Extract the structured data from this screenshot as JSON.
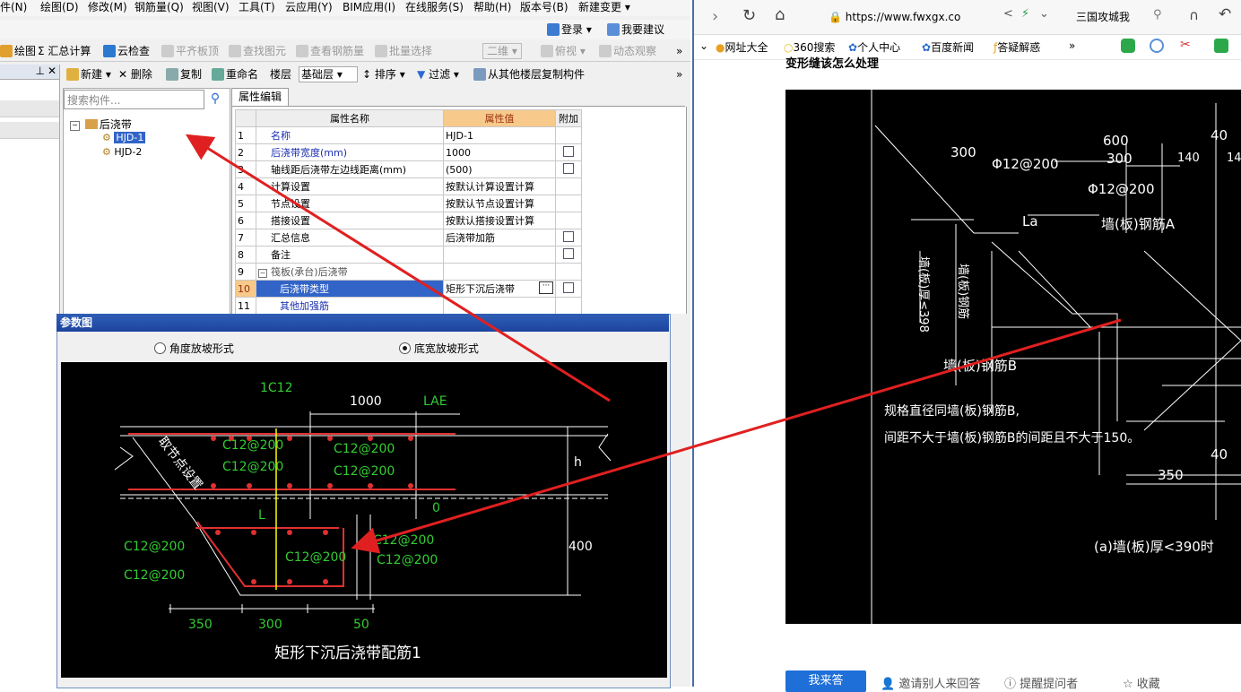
{
  "left_app": {
    "menu": [
      "件(N)",
      "绘图(D)",
      "修改(M)",
      "钢筋量(Q)",
      "视图(V)",
      "工具(T)",
      "云应用(Y)",
      "BIM应用(I)",
      "在线服务(S)",
      "帮助(H)",
      "版本号(B)",
      "新建变更 ▾"
    ],
    "toolbar1": {
      "login": "登录",
      "suggest": "我要建议"
    },
    "toolbar2": [
      "绘图",
      "Σ 汇总计算",
      "云检查",
      "平齐板顶",
      "查找图元",
      "查看钢筋量",
      "批量选择",
      "二维",
      "俯视",
      "动态观察"
    ],
    "toolbar3": [
      "新建 ▾",
      "删除",
      "复制",
      "重命名",
      "楼层",
      "基础层",
      "排序 ▾",
      "过滤 ▾",
      "从其他楼层复制构件"
    ],
    "search_placeholder": "搜索构件...",
    "tree": {
      "root": "后浇带",
      "items": [
        "HJD-1",
        "HJD-2"
      ]
    },
    "prop_tab": "属性编辑",
    "prop_headers": [
      "属性名称",
      "属性值",
      "附加"
    ],
    "props": [
      {
        "n": "1",
        "name": "名称",
        "value": "HJD-1"
      },
      {
        "n": "2",
        "name": "后浇带宽度(mm)",
        "value": "1000"
      },
      {
        "n": "3",
        "name": "轴线距后浇带左边线距离(mm)",
        "value": "(500)"
      },
      {
        "n": "4",
        "name": "计算设置",
        "value": "按默认计算设置计算"
      },
      {
        "n": "5",
        "name": "节点设置",
        "value": "按默认节点设置计算"
      },
      {
        "n": "6",
        "name": "搭接设置",
        "value": "按默认搭接设置计算"
      },
      {
        "n": "7",
        "name": "汇总信息",
        "value": "后浇带加筋"
      },
      {
        "n": "8",
        "name": "备注",
        "value": ""
      },
      {
        "n": "9",
        "name": "筏板(承台)后浇带",
        "value": ""
      },
      {
        "n": "10",
        "name": "后浇带类型",
        "value": "矩形下沉后浇带"
      },
      {
        "n": "11",
        "name": "其他加强筋",
        "value": ""
      }
    ],
    "dialog": {
      "title": "参数图",
      "radio1": "角度放坡形式",
      "radio2": "底宽放坡形式",
      "cad": {
        "labels": [
          "1C12",
          "1000",
          "LAE",
          "C12@200",
          "C12@200",
          "C12@200",
          "C12@200",
          "h",
          "取节点设置",
          "L",
          "0",
          "C12@200",
          "C12@200",
          "C12@200",
          "C12@200",
          "C12@200",
          "400",
          "350",
          "300",
          "50"
        ],
        "caption": "矩形下沉后浇带配筋1"
      }
    }
  },
  "browser": {
    "url": "https://www.fwxgx.co",
    "tab_title": "三国攻城我\u0000",
    "bookmarks": [
      "网址大全",
      "360搜索",
      "个人中心",
      "百度新闻",
      "答疑解惑"
    ],
    "partial_heading": "变形缝该怎么处理",
    "figure": {
      "labels": [
        "300",
        "Φ12@200",
        "600",
        "300",
        "Φ12@200",
        "40",
        "140",
        "14",
        "La",
        "墙(板)钢筋A",
        "墙(板)厚≤398",
        "墙(板)钢筋",
        "墙(板)钢筋B",
        "规格直径同墙(板)钢筋B,",
        "间距不大于墙(板)钢筋B的间距且不大于150。",
        "350",
        "40",
        "(a)墙(板)厚<390时"
      ]
    },
    "answer_button": "我来答",
    "invite": "邀请别人来回答",
    "remind": "提醒提问者",
    "collect": "收藏"
  }
}
